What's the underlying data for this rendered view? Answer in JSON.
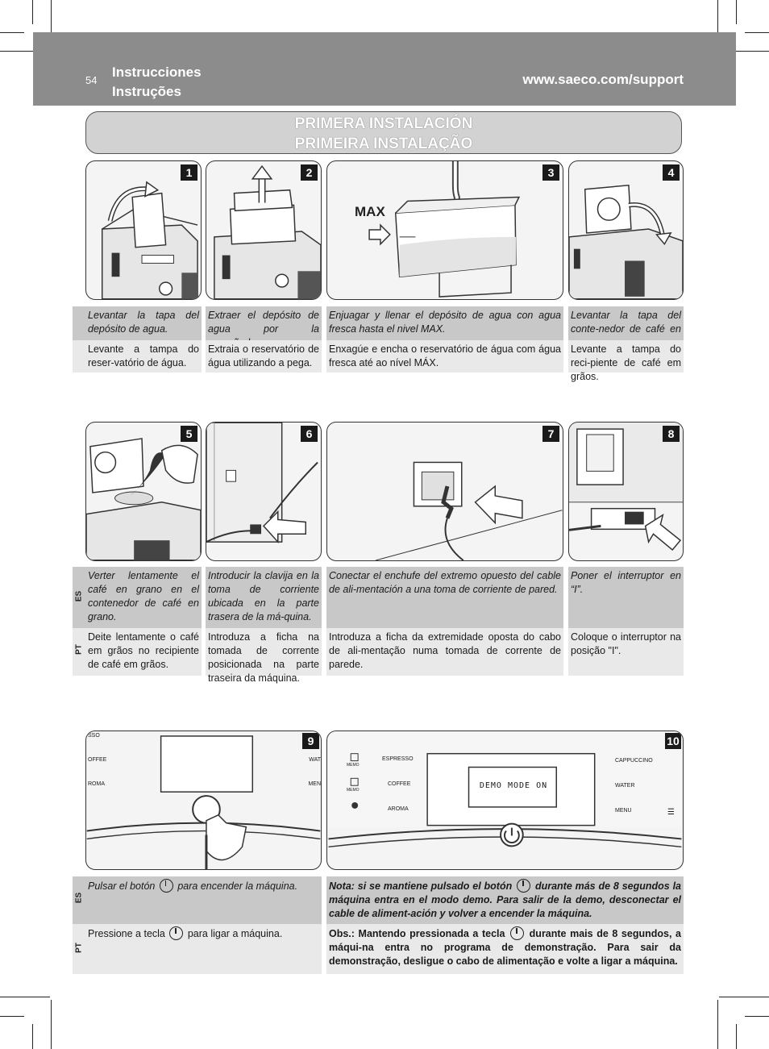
{
  "header": {
    "page_number": "54",
    "title_es": "Instrucciones",
    "title_pt": "Instruções",
    "url": "www.saeco.com/support"
  },
  "banner": {
    "title_es": "PRIMERA INSTALACIÓN",
    "title_pt": "PRIMEIRA INSTALAÇÃO"
  },
  "lang_labels": {
    "es": "ES",
    "pt": "PT"
  },
  "steps": [
    {
      "num": "1",
      "es": "Levantar la tapa del depósito de agua.",
      "pt": "Levante a tampa do reser-vatório de água."
    },
    {
      "num": "2",
      "es": "Extraer el depósito de agua por la empuñadura.",
      "pt": "Extraia o reservatório de água utilizando a pega."
    },
    {
      "num": "3",
      "es": "Enjuagar y llenar el depósito de agua con agua fresca hasta el nivel MAX.",
      "pt": "Enxagúe e encha o reservatório de água com água fresca até ao nível MÁX.",
      "image_label": "MAX"
    },
    {
      "num": "4",
      "es": "Levantar la tapa del conte-nedor de café en grano.",
      "pt": "Levante a tampa do reci-piente de café em grãos."
    },
    {
      "num": "5",
      "es": "Verter lentamente el café en grano en el contenedor de café en grano.",
      "pt": "Deite lentamente o café em grãos no recipiente de café em grãos."
    },
    {
      "num": "6",
      "es": "Introducir la clavija en la toma de corriente ubicada en la parte trasera de la má-quina.",
      "pt": "Introduza a ficha na tomada de corrente posicionada na parte traseira da máquina."
    },
    {
      "num": "7",
      "es": "Conectar el enchufe del extremo opuesto del cable de ali-mentación a una toma de corriente de pared.",
      "pt": "Introduza a ficha da extremidade oposta do cabo de ali-mentação numa tomada de corrente de parede."
    },
    {
      "num": "8",
      "es": "Poner el interruptor en “I”.",
      "pt": "Coloque o interruptor na posição \"I\"."
    },
    {
      "num": "9",
      "es_before": "Pulsar el botón",
      "es_after": "para encender la máquina.",
      "pt_before": "Pressione a tecla",
      "pt_after": "para ligar a máquina.",
      "panel_left": [
        "SSO",
        "OFFEE",
        "ROMA"
      ],
      "panel_right": [
        "WAT",
        "MEN"
      ]
    },
    {
      "num": "10",
      "es_before": "Nota: si se mantiene pulsado el botón",
      "es_after": "durante más de 8 segundos la máquina entra en el modo demo. Para salir de la demo, desconectar el cable de aliment-ación y volver a encender la máquina.",
      "pt_before": "Obs.: Mantendo pressionada a tecla",
      "pt_after": "durante mais de 8 segundos, a máqui-na entra no programa de demonstração. Para sair da demonstração, desligue o cabo de alimentação e volte a ligar a máquina.",
      "display_text": "DEMO MODE ON",
      "panel_left": [
        "ESPRESSO",
        "COFFEE",
        "AROMA"
      ],
      "panel_left_tags": [
        "MEMO",
        "MEMO"
      ],
      "panel_right": [
        "CAPPUCCINO",
        "WATER",
        "MENU"
      ]
    }
  ]
}
